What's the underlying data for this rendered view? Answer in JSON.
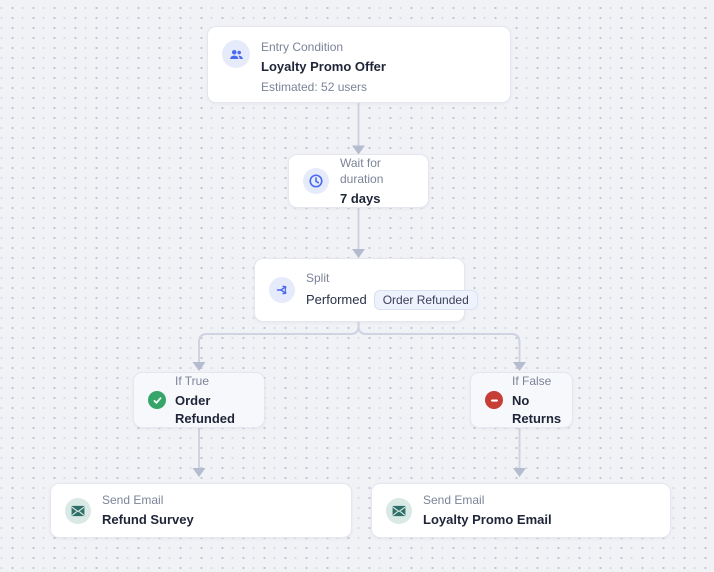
{
  "workflow": {
    "entry": {
      "label": "Entry Condition",
      "title": "Loyalty Promo Offer",
      "subtitle": "Estimated: 52 users",
      "icon": "users-icon"
    },
    "wait": {
      "label": "Wait for duration",
      "title": "7 days",
      "icon": "clock-icon"
    },
    "split": {
      "label": "Split",
      "prefix": "Performed",
      "tag": "Order Refunded",
      "icon": "split-arrows-icon"
    },
    "if_true": {
      "label": "If True",
      "title": "Order Refunded",
      "icon": "check-circle-icon"
    },
    "if_false": {
      "label": "If False",
      "title": "No Returns",
      "icon": "minus-circle-icon"
    },
    "email_refund": {
      "label": "Send Email",
      "title": "Refund Survey",
      "icon": "envelope-icon"
    },
    "email_loyalty": {
      "label": "Send Email",
      "title": "Loyalty Promo Email",
      "icon": "envelope-icon"
    }
  },
  "colors": {
    "canvas_bg": "#f1f2f6",
    "grid_dot": "#c4c7d3",
    "card_bg": "#ffffff",
    "condition_card_bg": "#f7f8fb",
    "accent_blue": "#4a6af0",
    "accent_blue_bg": "#e6ebfc",
    "success_green": "#35a56a",
    "danger_red": "#c63e35",
    "email_teal": "#2f6f68",
    "email_teal_bg": "#d8e9e6",
    "connector_line": "#cfd3e2",
    "connector_arrow": "#b6bccf",
    "label_gray": "#7c8398",
    "title_dark": "#1f2538"
  }
}
